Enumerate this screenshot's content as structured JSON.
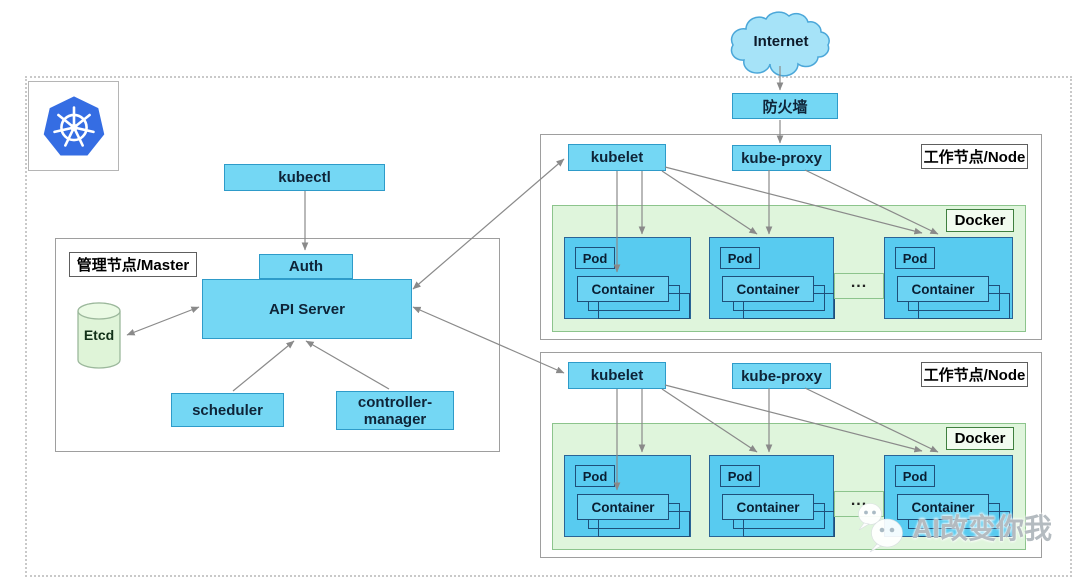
{
  "internet": {
    "label": "Internet"
  },
  "firewall": {
    "label": "防火墙"
  },
  "kubectl": {
    "label": "kubectl"
  },
  "master": {
    "title": "管理节点/Master",
    "auth_label": "Auth",
    "api_server_label": "API Server",
    "etcd_label": "Etcd",
    "scheduler_label": "scheduler",
    "controller_manager_line1": "controller-",
    "controller_manager_line2": "manager"
  },
  "node_top": {
    "title": "工作节点/Node",
    "kubelet_label": "kubelet",
    "kube_proxy_label": "kube-proxy",
    "docker_label": "Docker",
    "ellipsis": "...",
    "pods": [
      {
        "pod_label": "Pod",
        "container_label": "Container"
      },
      {
        "pod_label": "Pod",
        "container_label": "Container"
      },
      {
        "pod_label": "Pod",
        "container_label": "Container"
      }
    ]
  },
  "node_bottom": {
    "title": "工作节点/Node",
    "kubelet_label": "kubelet",
    "kube_proxy_label": "kube-proxy",
    "docker_label": "Docker",
    "ellipsis": "...",
    "pods": [
      {
        "pod_label": "Pod",
        "container_label": "Container"
      },
      {
        "pod_label": "Pod",
        "container_label": "Container"
      },
      {
        "pod_label": "Pod",
        "container_label": "Container"
      }
    ]
  },
  "watermark": {
    "text": "AI改变你我"
  },
  "icons": {
    "logo": "kubernetes-logo",
    "watermark_icon": "wechat-icon"
  },
  "colors": {
    "box_blue": "#74D7F4",
    "box_blue_border": "#2E9BC9",
    "pod_blue": "#58CBF0",
    "pod_border": "#1E4F7A",
    "docker_green": "#DFF5DC",
    "docker_green_border": "#8CC48C",
    "kubernetes_blue": "#356DE3",
    "cloud_blue": "#A6E3F8",
    "arrow_gray": "#8A8A8A"
  }
}
